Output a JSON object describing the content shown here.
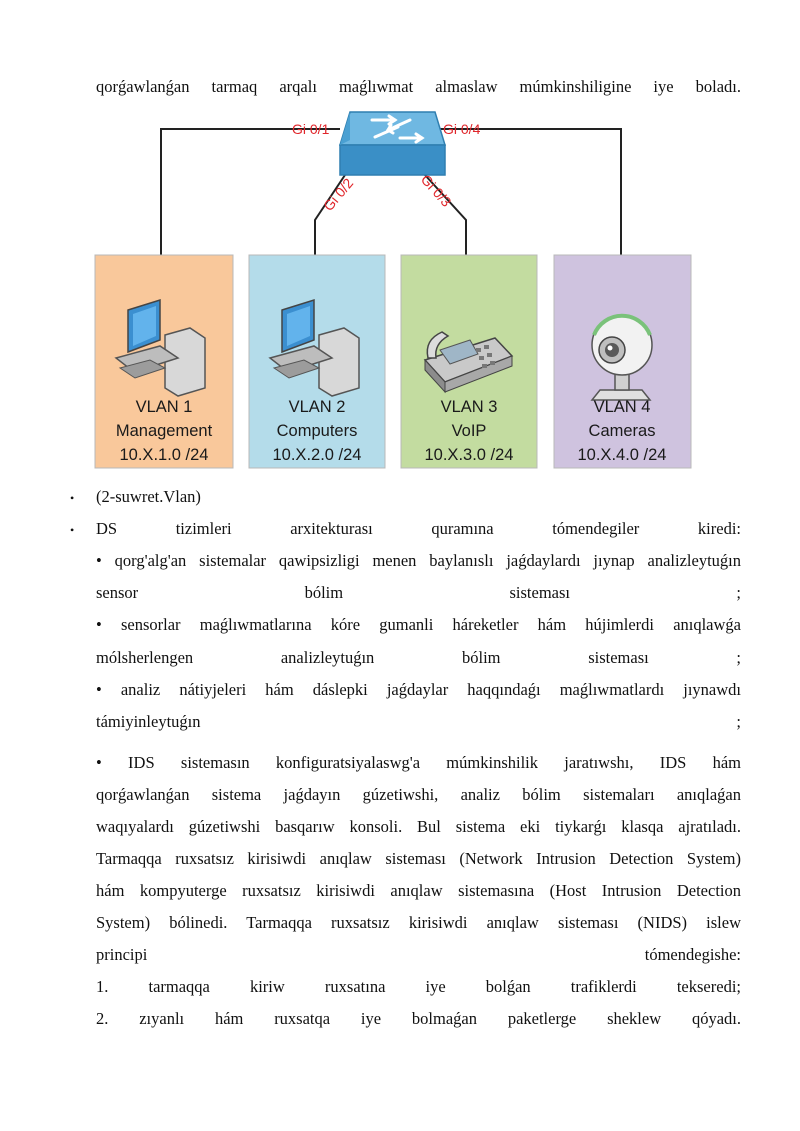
{
  "top_line": "qorǵawlanǵan tarmaq arqalı maǵlıwmat almaslaw múmkinshiligine iye boladı.",
  "diagram": {
    "ports": [
      "Gi 0/1",
      "Gi 0/2",
      "Gi 0/3",
      "Gi 0/4"
    ],
    "vlans": [
      {
        "name": "VLAN 1",
        "role": "Management",
        "subnet": "10.X.1.0 /24",
        "color": "#f9c89b"
      },
      {
        "name": "VLAN 2",
        "role": "Computers",
        "subnet": "10.X.2.0 /24",
        "color": "#b4dcea"
      },
      {
        "name": "VLAN 3",
        "role": "VoIP",
        "subnet": "10.X.3.0 /24",
        "color": "#c3dca0"
      },
      {
        "name": "VLAN 4",
        "role": "Cameras",
        "subnet": "10.X.4.0 /24",
        "color": "#cfc3df"
      }
    ]
  },
  "bullets": [
    "(2-suwret.Vlan)",
    "DS tizimleri arxitekturası quramına tómendegiler kiredi:"
  ],
  "body_lines": [
    "• qorg'alg'an sistemalar qawipsizligi menen baylanıslı jaǵdaylardı jıynap analizleytuǵın",
    "sensor bólim sisteması ;",
    "• sensorlar maǵlıwmatlarına kóre gumanli háreketler hám hújimlerdi anıqlawǵa",
    "mólsherlengen analizleytuǵın bólim sisteması ;",
    "• analiz nátiyjeleri hám dáslepki jaǵdaylar haqqındaǵı maǵlıwmatlardı jıynawdı",
    "támiyinleytuǵın ;",
    "• IDS sistemasın konfiguratsiyalaswg'a múmkinshilik jaratıwshı, IDS hám",
    "qorǵawlanǵan sistema jaǵdayın gúzetiwshi, analiz bólim sistemaları anıqlaǵan",
    "waqıyalardı gúzetiwshi basqarıw konsoli. Bul sistema eki tiykarǵı klasqa ajratıladı.",
    "Tarmaqqa ruxsatsız kirisiwdi anıqlaw sisteması (Network Intrusion Detection System)",
    "hám kompyuterge ruxsatsız kirisiwdi anıqlaw sistemasına (Host Intrusion Detection",
    "System) bólinedi. Tarmaqqa ruxsatsız kirisiwdi anıqlaw sisteması (NIDS) islew",
    "principi tómendegishe:",
    "1. tarmaqqa kiriw ruxsatına iye bolǵan trafiklerdi tekseredi;",
    "2. zıyanlı hám ruxsatqa iye bolmaǵan paketlerge sheklew qóyadı."
  ]
}
